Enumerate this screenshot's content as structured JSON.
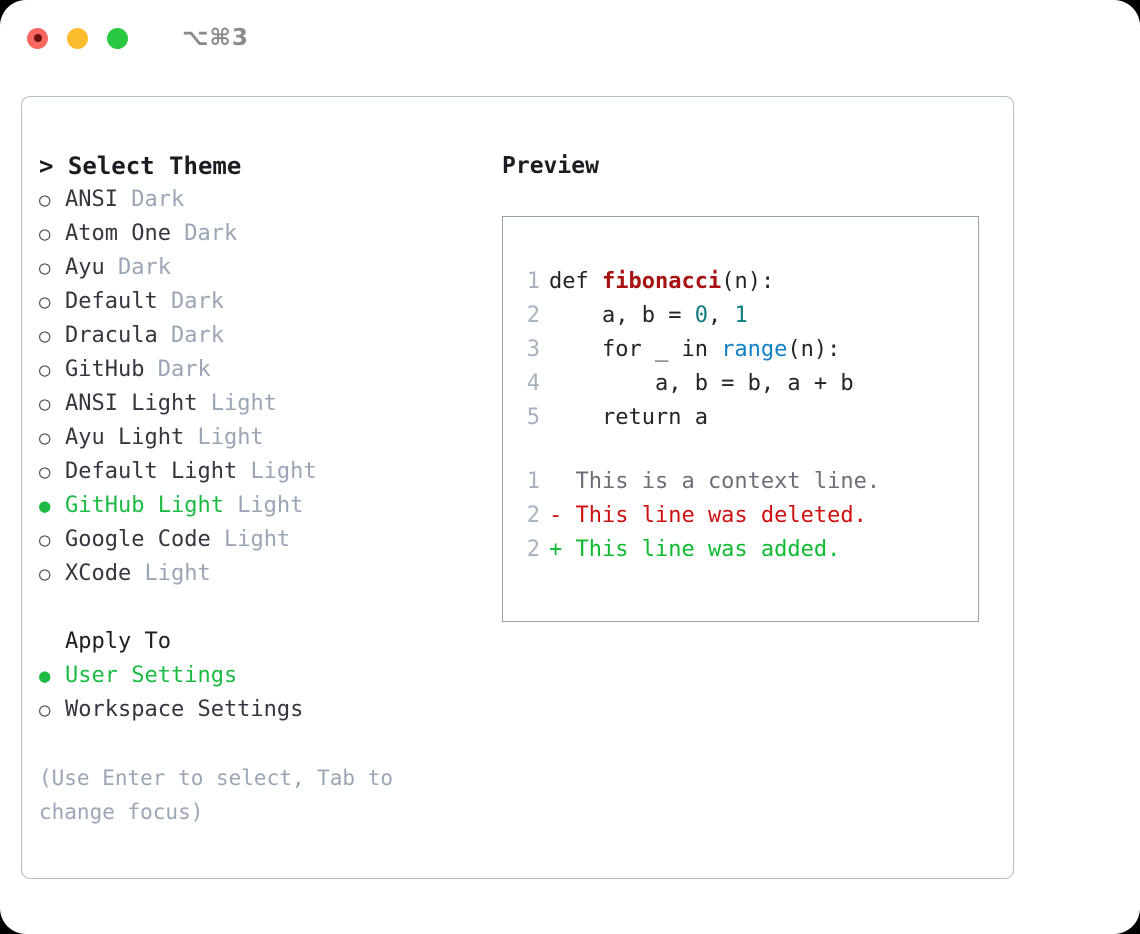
{
  "window": {
    "shortcut": "⌥⌘3",
    "traffic_lights": [
      {
        "name": "close",
        "color": "#f9665e"
      },
      {
        "name": "minimize",
        "color": "#fbbd2e"
      },
      {
        "name": "zoom",
        "color": "#28c840"
      }
    ]
  },
  "theme_picker": {
    "header": "> Select Theme",
    "options": [
      {
        "bullet": "○",
        "name": "ANSI",
        "tag": "Dark",
        "selected": false
      },
      {
        "bullet": "○",
        "name": "Atom One",
        "tag": "Dark",
        "selected": false
      },
      {
        "bullet": "○",
        "name": "Ayu",
        "tag": "Dark",
        "selected": false
      },
      {
        "bullet": "○",
        "name": "Default",
        "tag": "Dark",
        "selected": false
      },
      {
        "bullet": "○",
        "name": "Dracula",
        "tag": "Dark",
        "selected": false
      },
      {
        "bullet": "○",
        "name": "GitHub",
        "tag": "Dark",
        "selected": false
      },
      {
        "bullet": "○",
        "name": "ANSI Light",
        "tag": "Light",
        "selected": false
      },
      {
        "bullet": "○",
        "name": "Ayu Light",
        "tag": "Light",
        "selected": false
      },
      {
        "bullet": "○",
        "name": "Default Light",
        "tag": "Light",
        "selected": false
      },
      {
        "bullet": "●",
        "name": "GitHub Light",
        "tag": "Light",
        "selected": true
      },
      {
        "bullet": "○",
        "name": "Google Code",
        "tag": "Light",
        "selected": false
      },
      {
        "bullet": "○",
        "name": "XCode",
        "tag": "Light",
        "selected": false
      }
    ]
  },
  "apply_to": {
    "header": "Apply To",
    "options": [
      {
        "bullet": "●",
        "name": "User Settings",
        "selected": true
      },
      {
        "bullet": "○",
        "name": "Workspace Settings",
        "selected": false
      }
    ]
  },
  "hint": "(Use Enter to select, Tab to change focus)",
  "preview": {
    "title": "Preview",
    "code_lines": [
      {
        "no": "1",
        "tokens": [
          {
            "t": "def ",
            "c": "plain"
          },
          {
            "t": "fibonacci",
            "c": "fn"
          },
          {
            "t": "(n):",
            "c": "plain"
          }
        ]
      },
      {
        "no": "2",
        "tokens": [
          {
            "t": "    a, b = ",
            "c": "plain"
          },
          {
            "t": "0",
            "c": "num"
          },
          {
            "t": ", ",
            "c": "plain"
          },
          {
            "t": "1",
            "c": "num"
          }
        ]
      },
      {
        "no": "3",
        "tokens": [
          {
            "t": "    for _ in ",
            "c": "plain"
          },
          {
            "t": "range",
            "c": "builtin"
          },
          {
            "t": "(n):",
            "c": "plain"
          }
        ]
      },
      {
        "no": "4",
        "tokens": [
          {
            "t": "        a, b = b, a + b",
            "c": "plain"
          }
        ]
      },
      {
        "no": "5",
        "tokens": [
          {
            "t": "    return a",
            "c": "plain"
          }
        ]
      }
    ],
    "diff_lines": [
      {
        "no": "1",
        "text": "  This is a context line.",
        "kind": "ctx"
      },
      {
        "no": "2",
        "text": "- This line was deleted.",
        "kind": "del"
      },
      {
        "no": "2",
        "text": "+ This line was added.",
        "kind": "add"
      }
    ]
  },
  "colors": {
    "accent_green": "#1dbb45",
    "muted": "#9aa5b5",
    "text": "#363640",
    "border": "#b4bcc9",
    "preview_border": "#97a2b1",
    "fn_red": "#a81212",
    "num_teal": "#0d7d7d",
    "builtin_blue": "#1180c4",
    "diff_del": "#cc1111",
    "diff_add": "#10bb33"
  }
}
